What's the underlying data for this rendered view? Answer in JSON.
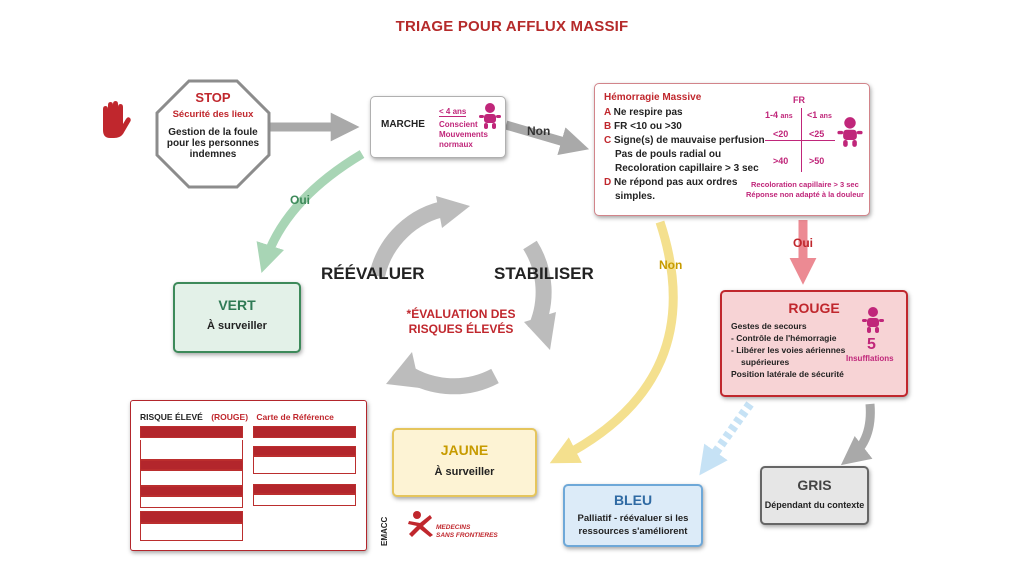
{
  "title": "TRIAGE POUR AFFLUX MASSIF",
  "stop": {
    "heading": "STOP",
    "sub": "Sécurité des lieux",
    "text": [
      "Gestion de la foule",
      "pour les personnes",
      "indemnes"
    ]
  },
  "marche": {
    "label": "MARCHE",
    "age": "< 4 ans",
    "cond": [
      "Conscient",
      "Mouvements",
      "normaux"
    ]
  },
  "non1": "Non",
  "oui_left": "Oui",
  "oui_right": "Oui",
  "non_yellow": "Non",
  "hemorrhage": {
    "heading": "Hémorragie Massive",
    "items": [
      {
        "letter": "A",
        "text": "Ne respire pas"
      },
      {
        "letter": "B",
        "text": "FR <10 ou >30"
      },
      {
        "letter": "C",
        "text": "Signe(s) de mauvaise perfusion"
      },
      {
        "letter": "",
        "text": "Pas de pouls radial ou"
      },
      {
        "letter": "",
        "text": "Recoloration capillaire > 3 sec"
      },
      {
        "letter": "D",
        "text": "Ne répond pas aux ordres"
      },
      {
        "letter": "",
        "text": "simples."
      }
    ],
    "fr_label": "FR",
    "fr_head_left": "1-4",
    "fr_head_left_unit": "ans",
    "fr_head_right": "<1",
    "fr_head_right_unit": "ans",
    "fr_cells": [
      "<20",
      "<25",
      ">40",
      ">50"
    ],
    "note1": "Recoloration capillaire > 3 sec",
    "note2": "Réponse non adapté à la douleur"
  },
  "cycle": {
    "left": "RÉÉVALUER",
    "right": "STABILISER",
    "center": [
      "*ÉVALUATION DES",
      "RISQUES ÉLEVÉS"
    ]
  },
  "vert": {
    "heading": "VERT",
    "text": "À surveiller"
  },
  "jaune": {
    "heading": "JAUNE",
    "text": "À surveiller"
  },
  "rouge": {
    "heading": "ROUGE",
    "lines": [
      "Gestes de secours",
      "- Contrôle de l'hémorragie",
      "- Libérer les voies aériennes",
      "supérieures",
      "Position latérale de sécurité"
    ],
    "num": "5",
    "num_label": "Insufflations"
  },
  "bleu": {
    "heading": "BLEU",
    "text": [
      "Palliatif - réévaluer si les",
      "ressources s'améliorent"
    ]
  },
  "gris": {
    "heading": "GRIS",
    "text": "Dépendant du contexte"
  },
  "card": {
    "label1": "RISQUE ÉLEVÉ",
    "label2": "(ROUGE)",
    "label3": "Carte de Référence"
  },
  "logo": {
    "emacc": "EMACC",
    "msf1": "MEDECINS",
    "msf2": "SANS FRONTIERES"
  },
  "colors": {
    "red": "#c0272d",
    "green": "#2f7a55",
    "yellow": "#c9a000",
    "blue": "#2f6aa3",
    "grey": "#555555",
    "magenta": "#c0267a"
  }
}
